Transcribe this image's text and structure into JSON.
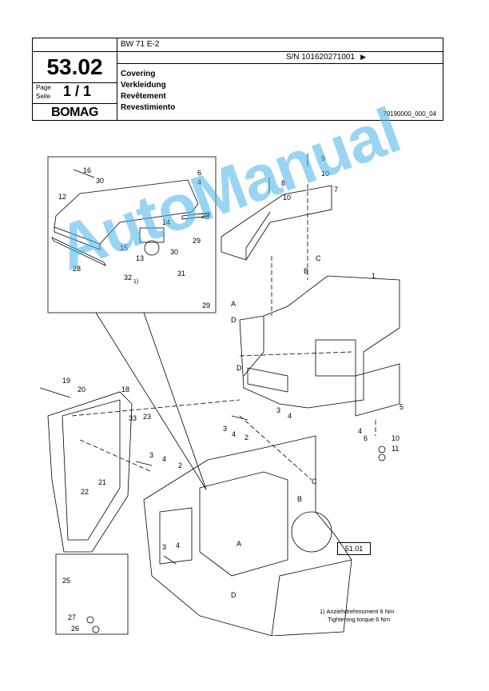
{
  "header": {
    "model": "BW 71 E-2",
    "serial": "S/N 101620271001",
    "serial_arrow": "▶",
    "section": "53.02",
    "page_label_en": "Page",
    "page_label_de": "Seite",
    "page_number": "1 / 1",
    "logo": "BOMAG",
    "titles": [
      "Covering",
      "Verkleidung",
      "Revêtement",
      "Revestimiento"
    ],
    "doc_number": "79190000_000_04"
  },
  "drawing": {
    "callouts": [
      "1",
      "2",
      "3",
      "4",
      "5",
      "6",
      "7",
      "8",
      "9",
      "10",
      "11",
      "12",
      "13",
      "14",
      "15",
      "16",
      "18",
      "19",
      "20",
      "21",
      "22",
      "23",
      "25",
      "26",
      "27",
      "28",
      "29",
      "30",
      "31",
      "32",
      "33"
    ],
    "view_letters": [
      "A",
      "B",
      "C",
      "D"
    ],
    "reference_box": "51.01",
    "footnote_mark": "1)"
  },
  "footnote": {
    "line_de": "1)  Anziehdrehmoment 6 Nm",
    "line_en": "Tightening torque 6 Nm"
  },
  "watermark": "AutoManual",
  "colors": {
    "watermark": "#46b4e8",
    "lines": "#000000"
  }
}
